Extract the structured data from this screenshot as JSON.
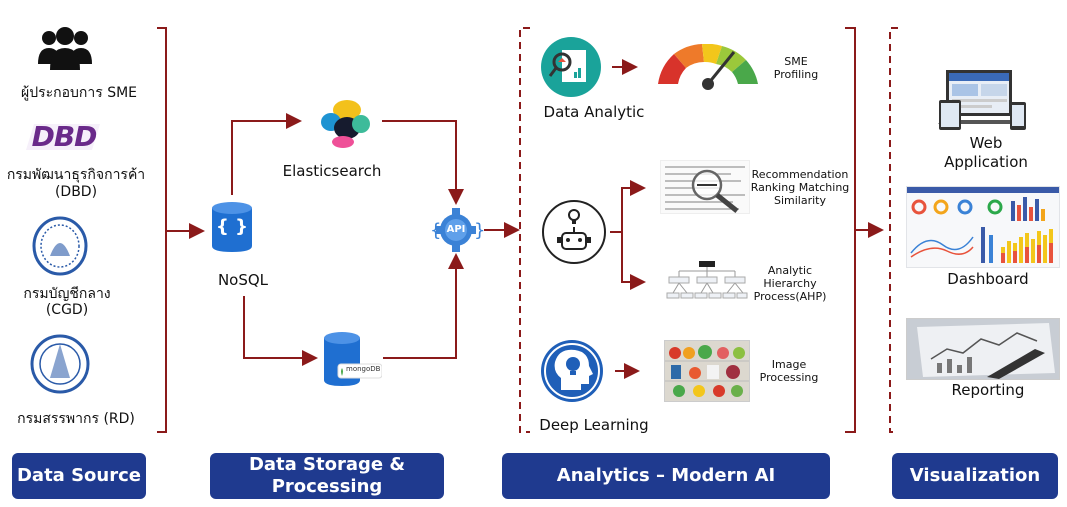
{
  "sources": [
    {
      "label": "ผู้ประกอบการ SME",
      "icon": "people-group-icon"
    },
    {
      "label_line1": "กรมพัฒนาธุรกิจการค้า",
      "label_line2": "(DBD)",
      "logo_text": "DBD"
    },
    {
      "label_line1": "กรมบัญชีกลาง",
      "label_line2": "(CGD)"
    },
    {
      "label": "กรมสรรพากร (RD)"
    }
  ],
  "storage": {
    "nosql": "NoSQL",
    "nosql_glyph": "{ }",
    "elasticsearch": "Elasticsearch",
    "mongodb": "mongoDB",
    "api": "API"
  },
  "analytics": {
    "data_analytic": "Data Analytic",
    "sme_profiling": [
      "SME",
      "Profiling"
    ],
    "recommendation": [
      "Recommendation",
      "Ranking Matching",
      "Similarity"
    ],
    "ahp": [
      "Analytic",
      "Hierarchy",
      "Process(AHP)"
    ],
    "deep_learning": "Deep Learning",
    "image_processing": [
      "Image",
      "Processing"
    ]
  },
  "visualization": {
    "web": [
      "Web",
      "Application"
    ],
    "dashboard": "Dashboard",
    "reporting": "Reporting"
  },
  "stages": {
    "data_source": "Data Source",
    "data_storage": [
      "Data Storage &",
      "Processing"
    ],
    "analytics": "Analytics – Modern AI",
    "visualization": "Visualization"
  },
  "colors": {
    "stage_bg": "#1f3a8f",
    "arrow": "#8b1a1a",
    "db_blue": "#1f6fd1",
    "teal": "#1aa39a"
  }
}
